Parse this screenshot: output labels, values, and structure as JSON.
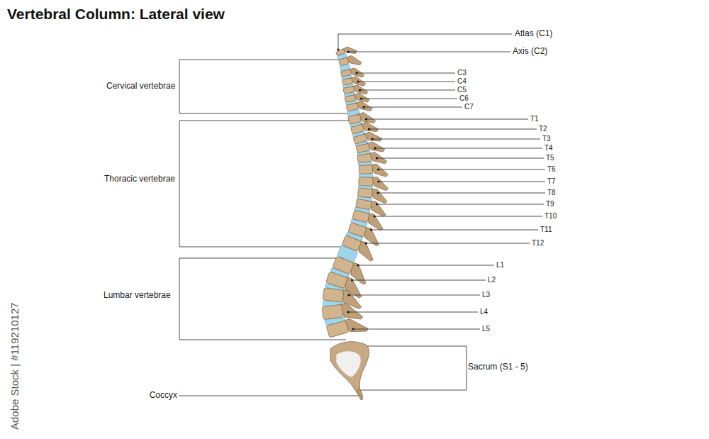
{
  "diagram": {
    "title": "Vertebral Column: Lateral view",
    "labels": [
      "Atlas (C1)",
      "Axis (C2)",
      "Cervical vertebrae",
      "C3",
      "C4",
      "C5",
      "C6",
      "C7",
      "Thoracic vertebrae",
      "T1",
      "T2",
      "T3",
      "T4",
      "T5",
      "T6",
      "T7",
      "T8",
      "T9",
      "T10",
      "T11",
      "T12",
      "Lumbar vertebrae",
      "L1",
      "L2",
      "L3",
      "L4",
      "L5",
      "Sacrum (S1 - 5)",
      "Coccyx",
      "Adobe Stock | #119210127"
    ]
  }
}
